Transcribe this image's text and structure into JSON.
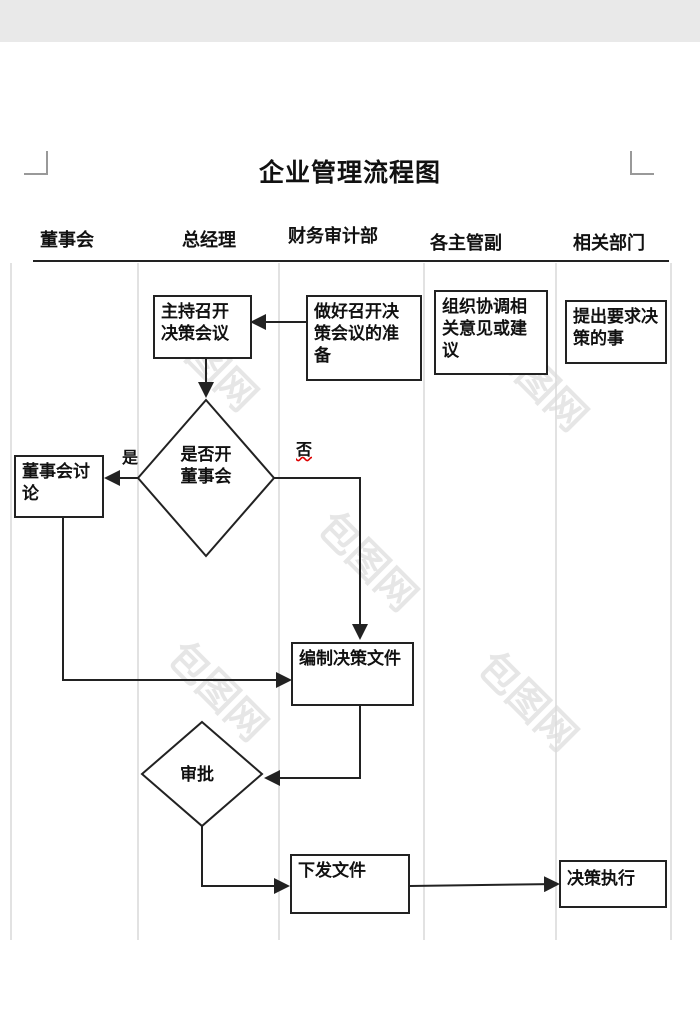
{
  "document": {
    "title": "企业管理流程图",
    "lanes": [
      {
        "id": "board",
        "label": "董事会"
      },
      {
        "id": "gm",
        "label": "总经理"
      },
      {
        "id": "finance",
        "label": "财务审计部"
      },
      {
        "id": "managers",
        "label": "各主管副"
      },
      {
        "id": "related",
        "label": "相关部门"
      }
    ],
    "nodes": {
      "host_meeting": {
        "type": "process",
        "lane": "gm",
        "label": "主持召开决策会议"
      },
      "prepare_meeting": {
        "type": "process",
        "lane": "finance",
        "label": "做好召开决策会议的准备"
      },
      "coordinate": {
        "type": "process",
        "lane": "managers",
        "label": "组织协调相关意见或建议"
      },
      "propose": {
        "type": "process",
        "lane": "related",
        "label": "提出要求决策的事"
      },
      "decide_board": {
        "type": "decision",
        "lane": "gm",
        "label": "是否开董事会"
      },
      "board_discuss": {
        "type": "process",
        "lane": "board",
        "label": "董事会讨论"
      },
      "draft_doc": {
        "type": "process",
        "lane": "finance",
        "label": "编制决策文件"
      },
      "approve": {
        "type": "decision",
        "lane": "gm",
        "label": "审批"
      },
      "issue_doc": {
        "type": "process",
        "lane": "finance",
        "label": "下发文件"
      },
      "execute": {
        "type": "process",
        "lane": "related",
        "label": "决策执行"
      }
    },
    "edges": [
      {
        "from": "prepare_meeting",
        "to": "host_meeting",
        "label": ""
      },
      {
        "from": "host_meeting",
        "to": "decide_board",
        "label": ""
      },
      {
        "from": "decide_board",
        "to": "board_discuss",
        "label": "是"
      },
      {
        "from": "decide_board",
        "to": "draft_doc",
        "label": "否"
      },
      {
        "from": "board_discuss",
        "to": "draft_doc",
        "label": ""
      },
      {
        "from": "draft_doc",
        "to": "approve",
        "label": ""
      },
      {
        "from": "approve",
        "to": "issue_doc",
        "label": ""
      },
      {
        "from": "issue_doc",
        "to": "execute",
        "label": ""
      }
    ],
    "watermark": "包图网"
  }
}
